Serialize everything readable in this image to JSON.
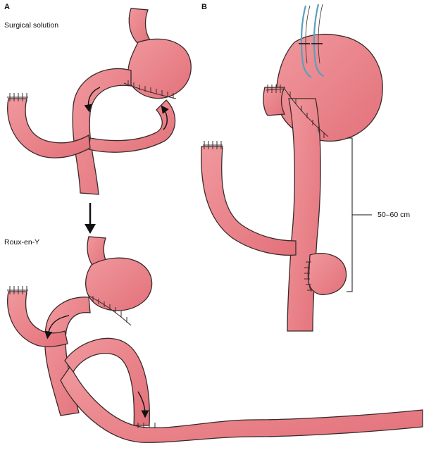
{
  "panels": {
    "a": {
      "label": "A",
      "caption_top": "Surgical solution",
      "caption_bottom": "Roux-en-Y"
    },
    "b": {
      "label": "B",
      "measurement": "50–60 cm"
    }
  },
  "colors": {
    "tissue": "#e97a80",
    "tissue_highlight": "#f3a7ab",
    "outline": "#3a2a2b",
    "staple": "#3a2a2b",
    "vessel": "#5aa0bd",
    "arrow": "#111111"
  }
}
